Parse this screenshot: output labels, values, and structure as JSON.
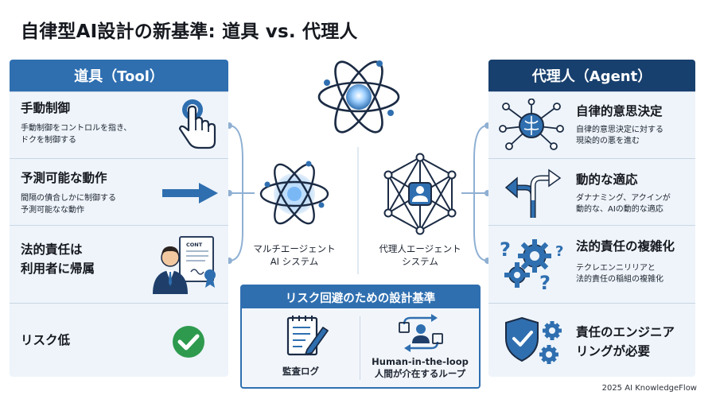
{
  "title": "自律型AI設計の新基準: 道具 vs. 代理人",
  "tool_panel": {
    "header": "道具（Tool）",
    "rows": [
      {
        "title": "手動制御",
        "desc": [
          "手動制御をコントロルを指き、",
          "ドクを制御する"
        ]
      },
      {
        "title": "予測可能な動作",
        "desc": [
          "間隔の債合しかに制御する",
          "予測可能なな動作"
        ]
      },
      {
        "title": "法的責任は",
        "title2": "利用者に帰属",
        "doc_label": "CONT"
      },
      {
        "title": "リスク低"
      }
    ]
  },
  "agent_panel": {
    "header": "代理人（Agent）",
    "rows": [
      {
        "title": "自律的意思決定",
        "desc": [
          "自律的意思決定に対する",
          "現染的の悪を進む"
        ]
      },
      {
        "title": "動的な適応",
        "desc": [
          "ダナナミング、アクインが",
          "動的な、AIの動的な適応"
        ]
      },
      {
        "title": "法的責任の複雑化",
        "desc": [
          "テクレエンニリリアと",
          "法的責任の稲組の複雑化"
        ]
      },
      {
        "title": "責任のエンジニア",
        "title2": "リングが必要"
      }
    ]
  },
  "center": {
    "multi_agent_label": [
      "マルチエージェント",
      "AI システム"
    ],
    "proxy_agent_label": [
      "代理人エージェント",
      "システム"
    ]
  },
  "risk_box": {
    "header": "リスク回避のための設計基準",
    "items": [
      {
        "label": [
          "監査ログ"
        ]
      },
      {
        "label": [
          "Human-in-the-loop",
          "人間が介在するループ"
        ]
      }
    ]
  },
  "footer": "2025 AI KnowledgeFlow",
  "colors": {
    "tool_blue": "#2f6fb0",
    "agent_navy": "#18406e",
    "panel_bg": "#eef4fa",
    "check_green": "#2e9a4e"
  }
}
